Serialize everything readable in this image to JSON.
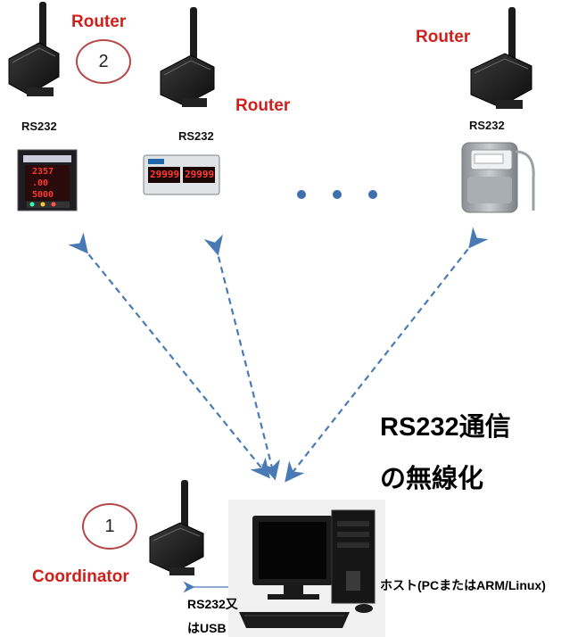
{
  "title": {
    "line1": "RS232通信",
    "line2": "の無線化"
  },
  "nodes": {
    "router1": {
      "label": "Router",
      "badge": "2",
      "port": "RS232",
      "device": "power-meter"
    },
    "router2": {
      "label": "Router",
      "port": "RS232",
      "device": "panel-meter",
      "display": [
        "29999",
        "29999"
      ]
    },
    "router3": {
      "label": "Router",
      "port": "RS232",
      "device": "gas-meter"
    },
    "coordinator": {
      "label": "Coordinator",
      "badge": "1"
    }
  },
  "host": {
    "label": "ホスト(PCまたはARM/Linux)"
  },
  "link": {
    "line1": "RS232又",
    "line2": "はUSB"
  },
  "colors": {
    "router_text": "#d0201c",
    "arrow": "#4a7ab5",
    "badge_border": "#b5484a"
  },
  "meter_values": {
    "v1": "2357",
    "v2": ".00",
    "v3": "5000"
  }
}
